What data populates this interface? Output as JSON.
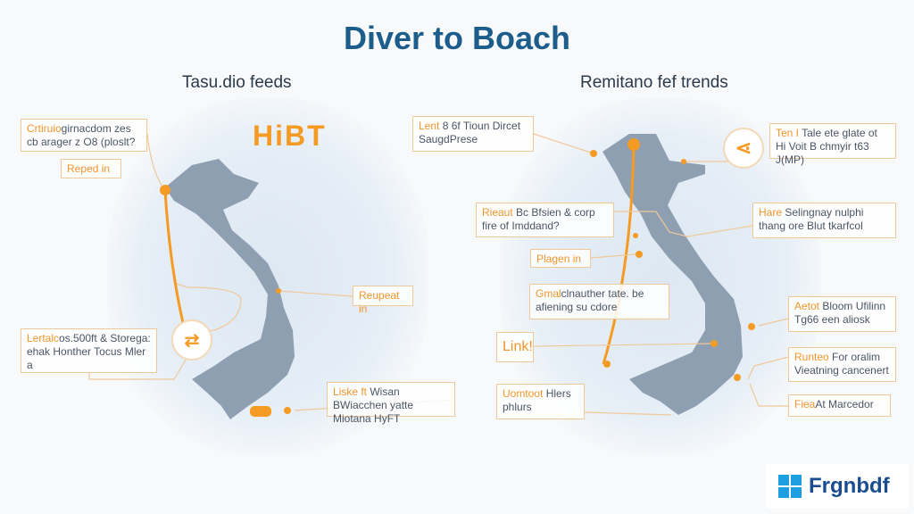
{
  "title": "Diver to Boach",
  "left": {
    "subtitle": "Tasu.dio feeds",
    "logo": "HiBT",
    "boxes": [
      {
        "prefix": "Crtiruio",
        "text": "girnacdom zes cb arager z O8 (ploslt?"
      },
      {
        "prefix": "Reped",
        "text": " in"
      },
      {
        "prefix": "Reupeat",
        "text": " in"
      },
      {
        "prefix": "Lertalc",
        "text": "os.500ft & Storega: ehak Honther Tocus Mler a"
      },
      {
        "prefix": "Liske ft",
        "text": " Wisan BWiacchen yatte Miotana HyFT"
      }
    ]
  },
  "right": {
    "subtitle": "Remitano fef trends",
    "boxes": [
      {
        "prefix": "Lent",
        "text": " 8 6f Tioun Dircet SaugdPrese"
      },
      {
        "prefix": "Ten I",
        "text": " Tale ete glate ot Hi Voit B chmyir t63 J(MP)"
      },
      {
        "prefix": "Rieaut",
        "text": " Bc Bfsien & corp fire of Imddand?"
      },
      {
        "prefix": "Hare",
        "text": " Selingnay nulphi thang ore Blut tkarfcol"
      },
      {
        "prefix": "Plagen",
        "text": " in"
      },
      {
        "prefix": "Gmal",
        "text": "clnauther tate. be afiening su cdore"
      },
      {
        "prefix": "Aetot",
        "text": " Bloom Ufilinn Tg66 een aliosk"
      },
      {
        "prefix": "Link!",
        "text": ""
      },
      {
        "prefix": "Runteo",
        "text": " For oralim Vieatning cancenert"
      },
      {
        "prefix": "Uomtoot",
        "text": " Hlers phlurs"
      },
      {
        "prefix": "Fiea",
        "text": "At Marcedor"
      }
    ]
  },
  "brand": "Frgnbdf",
  "colors": {
    "accent": "#f59a23",
    "title": "#1c5d8c",
    "map": "#8e9fb2"
  }
}
